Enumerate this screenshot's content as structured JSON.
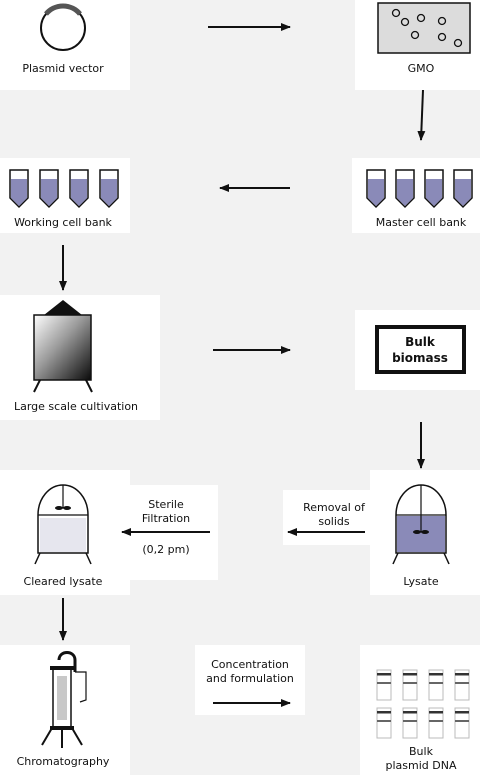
{
  "labels": {
    "plasmid_vector": "Plasmid vector",
    "gmo": "GMO",
    "working_cell_bank": "Working cell bank",
    "master_cell_bank": "Master cell bank",
    "large_scale_cultivation": "Large scale cultivation",
    "bulk_biomass_line1": "Bulk",
    "bulk_biomass_line2": "biomass",
    "sterile_filtration_line1": "Sterile",
    "sterile_filtration_line2": "Filtration",
    "filter_size": "(0,2 pm)",
    "removal_of_solids_line1": "Removal of",
    "removal_of_solids_line2": "solids",
    "cleared_lysate": "Cleared lysate",
    "lysate": "Lysate",
    "chromatography": "Chromatography",
    "concentration_line1": "Concentration",
    "concentration_line2": "and formulation",
    "bulk_plasmid_line1": "Bulk",
    "bulk_plasmid_line2": "plasmid DNA"
  },
  "colors": {
    "vessel_fill": "#8a8ab8",
    "panel_fill": "#ffffff",
    "background": "#f2f2f2",
    "ink": "#111111"
  }
}
